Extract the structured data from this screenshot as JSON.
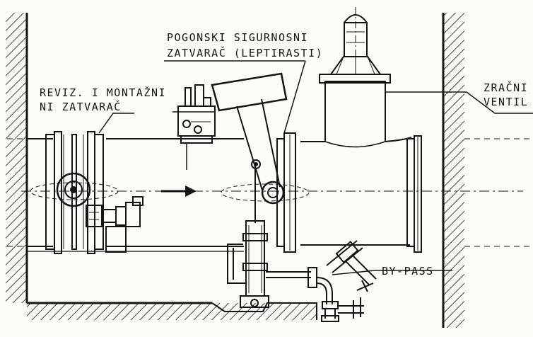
{
  "labels": {
    "pogonski_1": "POGONSKI  SIGURNOSNI",
    "pogonski_2": "ZATVARAČ (LEPTIRASTI)",
    "reviz_1": "REVIZ. I MONTAŽNI",
    "reviz_2": "NI ZATVARAČ",
    "zracni_1": "ZRAČNI",
    "zracni_2": "VENTIL",
    "bypass": "BY-PASS"
  },
  "colors": {
    "ink": "#141414",
    "paper": "#fbfbf8"
  }
}
